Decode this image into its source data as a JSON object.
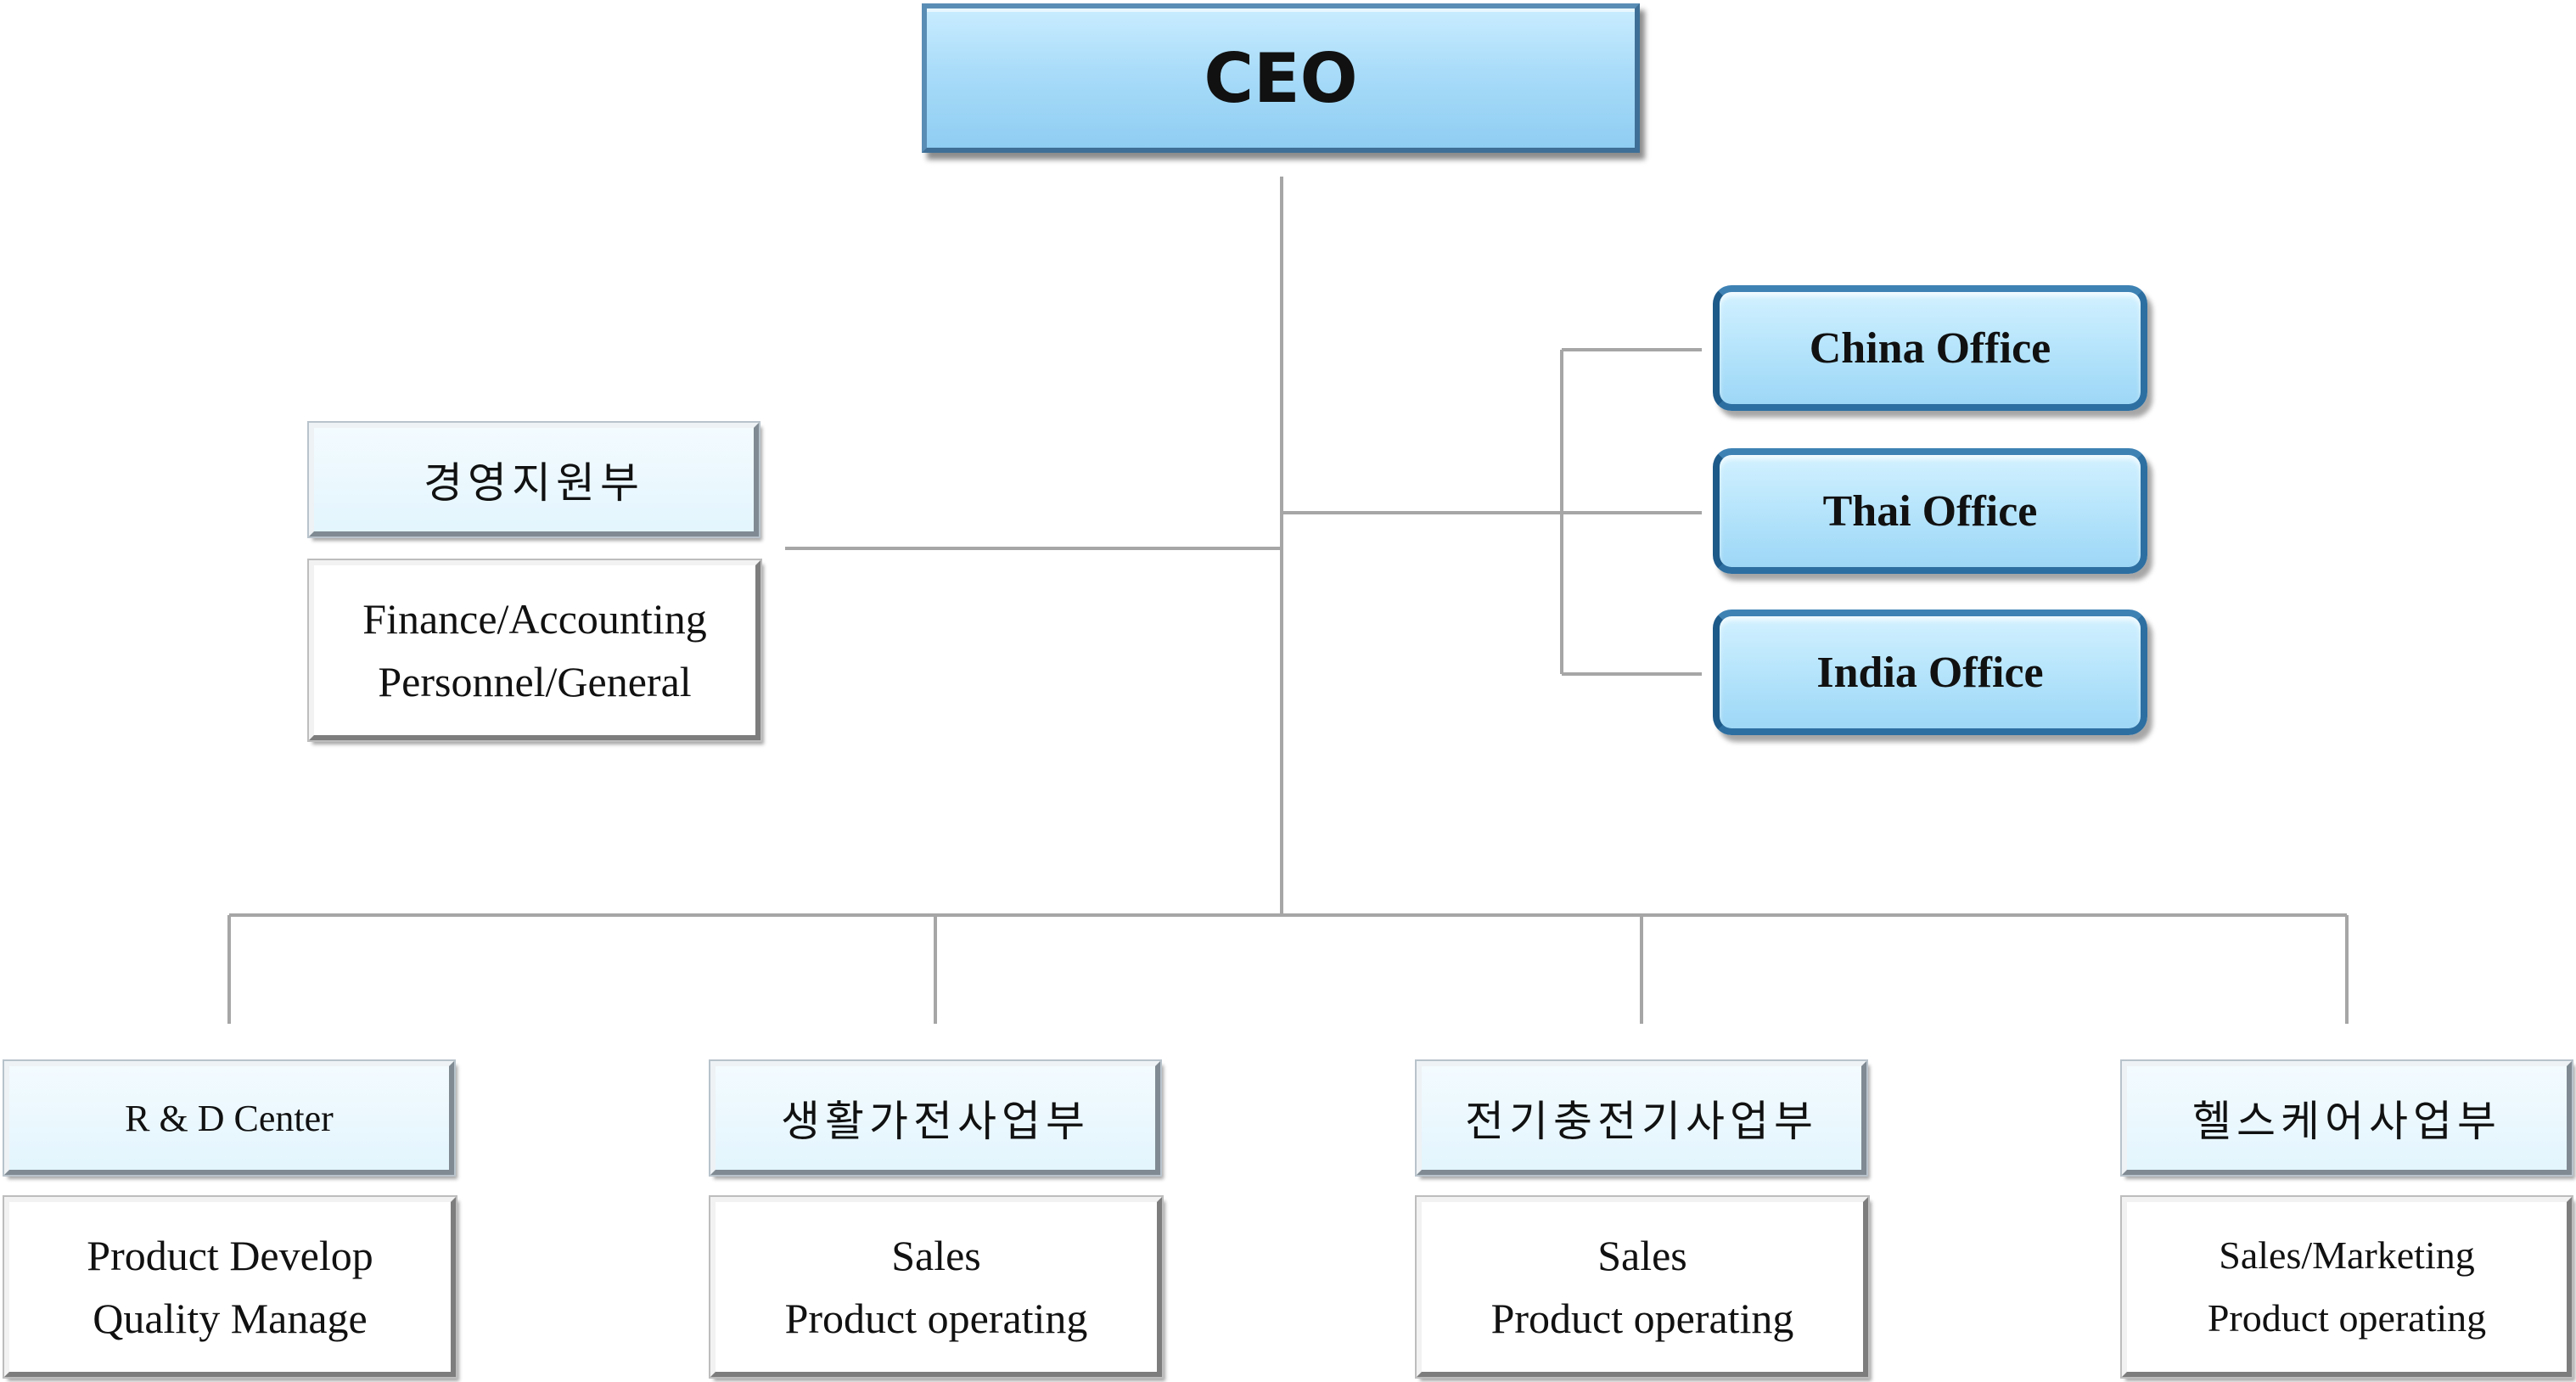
{
  "ceo": {
    "label": "CEO"
  },
  "offices": [
    {
      "label": "China Office"
    },
    {
      "label": "Thai Office"
    },
    {
      "label": "India Office"
    }
  ],
  "support": {
    "title": "경영지원부",
    "lines": [
      "Finance/Accounting",
      "Personnel/General"
    ]
  },
  "divisions": [
    {
      "title": "R & D Center",
      "lines": [
        "Product Develop",
        "Quality Manage"
      ]
    },
    {
      "title": "생활가전사업부",
      "lines": [
        "Sales",
        "Product operating"
      ]
    },
    {
      "title": "전기충전기사업부",
      "lines": [
        "Sales",
        "Product operating"
      ]
    },
    {
      "title": "헬스케어사업부",
      "lines": [
        "Sales/Marketing",
        "Product operating"
      ]
    }
  ],
  "colors": {
    "connector": "#a6a6a6",
    "ceo_fill": "#a9dcf9",
    "office_border": "#2d6fa1",
    "header_fill": "#e3f5fd"
  }
}
